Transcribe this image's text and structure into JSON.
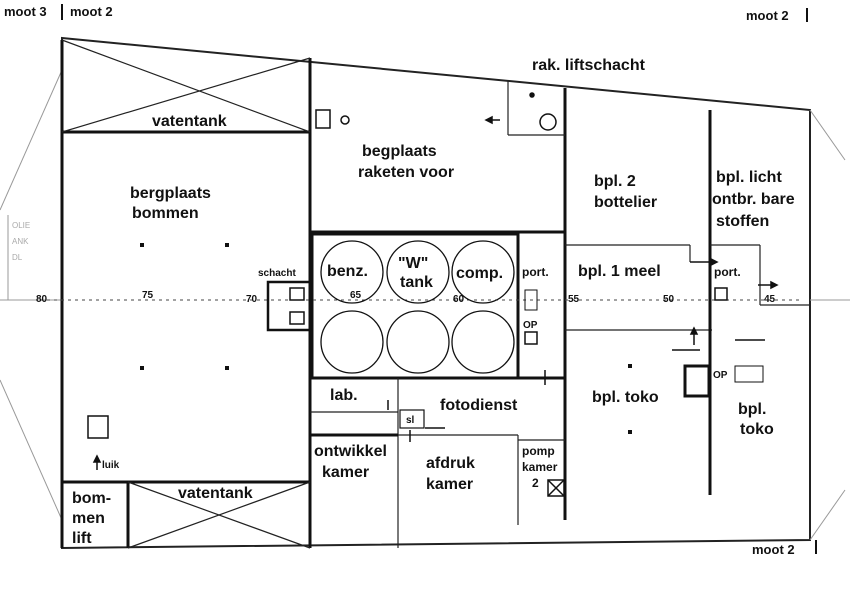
{
  "moot_labels": {
    "top_left": "moot 3",
    "top_left_2": "moot 2",
    "top_right": "moot 2",
    "bottom_right": "moot 2"
  },
  "frame_numbers": [
    "80",
    "75",
    "70",
    "65",
    "60",
    "55",
    "50",
    "45"
  ],
  "rooms": {
    "vatentank_top": "vatentank",
    "bergplaats_1": "bergplaats",
    "bergplaats_2": "bommen",
    "schacht": "schacht",
    "luik": "luik",
    "bommenlift_1": "bom-",
    "bommenlift_2": "men",
    "bommenlift_3": "lift",
    "vatentank_bottom": "vatentank",
    "rak_liftschacht": "rak. liftschacht",
    "begplaats_1": "begplaats",
    "begplaats_2": "raketen voor",
    "benz": "benz.",
    "w_tank_1": "\"W\"",
    "w_tank_2": "tank",
    "comp": "comp.",
    "port_1": "port.",
    "op_1": "OP",
    "lab": "lab.",
    "sl": "sl",
    "fotodienst": "fotodienst",
    "ontwikkel_1": "ontwikkel",
    "ontwikkel_2": "kamer",
    "afdruk_1": "afdruk",
    "afdruk_2": "kamer",
    "pomp_1": "pomp",
    "pomp_2": "kamer",
    "pomp_3": "2",
    "bpl2_1": "bpl. 2",
    "bpl2_2": "bottelier",
    "bpl1meel": "bpl. 1 meel",
    "bpltoko_mid": "bpl. toko",
    "bpllicht_1": "bpl. licht",
    "bpllicht_2": "ontbr. bare",
    "bpllicht_3": "stoffen",
    "port_2": "port.",
    "op_2": "OP",
    "bpltoko_right_1": "bpl.",
    "bpltoko_right_2": "toko"
  },
  "faded_left": [
    "OLIE",
    "ANK",
    "DL"
  ]
}
